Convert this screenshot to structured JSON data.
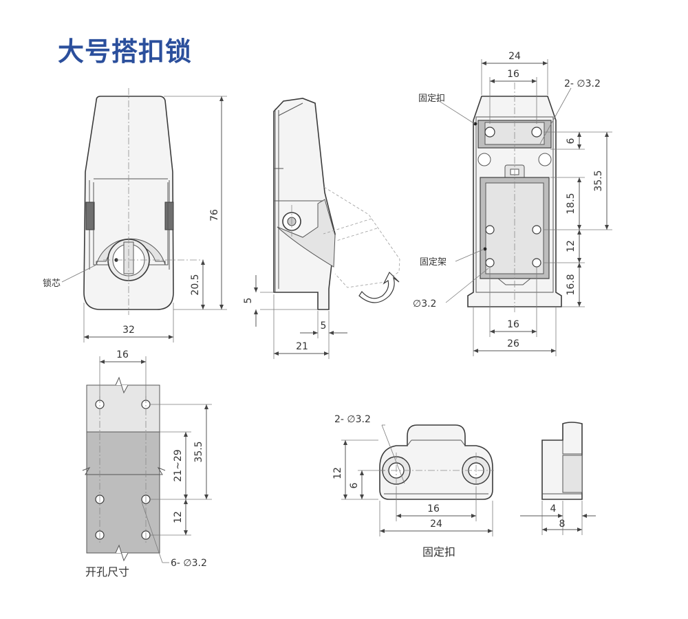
{
  "title": "大号搭扣锁",
  "title_color": "#2b4f9c",
  "labels": {
    "lock_core": "锁芯",
    "fixed_buckle": "固定扣",
    "fixed_bracket": "固定架",
    "cutout_size": "开孔尺寸",
    "fixed_buckle_caption": "固定扣"
  },
  "front_view": {
    "height": "76",
    "core_height": "20.5",
    "width": "32"
  },
  "side_view": {
    "base_height": "5",
    "lip": "5",
    "depth": "21"
  },
  "back_view": {
    "top_width": "24",
    "top_hole_spacing": "16",
    "top_holes": "2- ∅3.2",
    "buckle_height": "6",
    "overall_span": "35.5",
    "mid_span": "18.5",
    "hole_spacing_v": "12",
    "bottom_offset": "16.8",
    "hole_dia": "∅3.2",
    "bottom_hole_spacing": "16",
    "bottom_width": "26"
  },
  "cutout_view": {
    "hole_spacing_h": "16",
    "overall_span": "35.5",
    "adjust_range": "21~29",
    "hole_spacing_v": "12",
    "holes": "6- ∅3.2"
  },
  "buckle_view": {
    "holes": "2- ∅3.2",
    "height": "12",
    "hole_height": "6",
    "hole_spacing": "16",
    "width": "24",
    "side_depth": "4",
    "side_width": "8"
  }
}
